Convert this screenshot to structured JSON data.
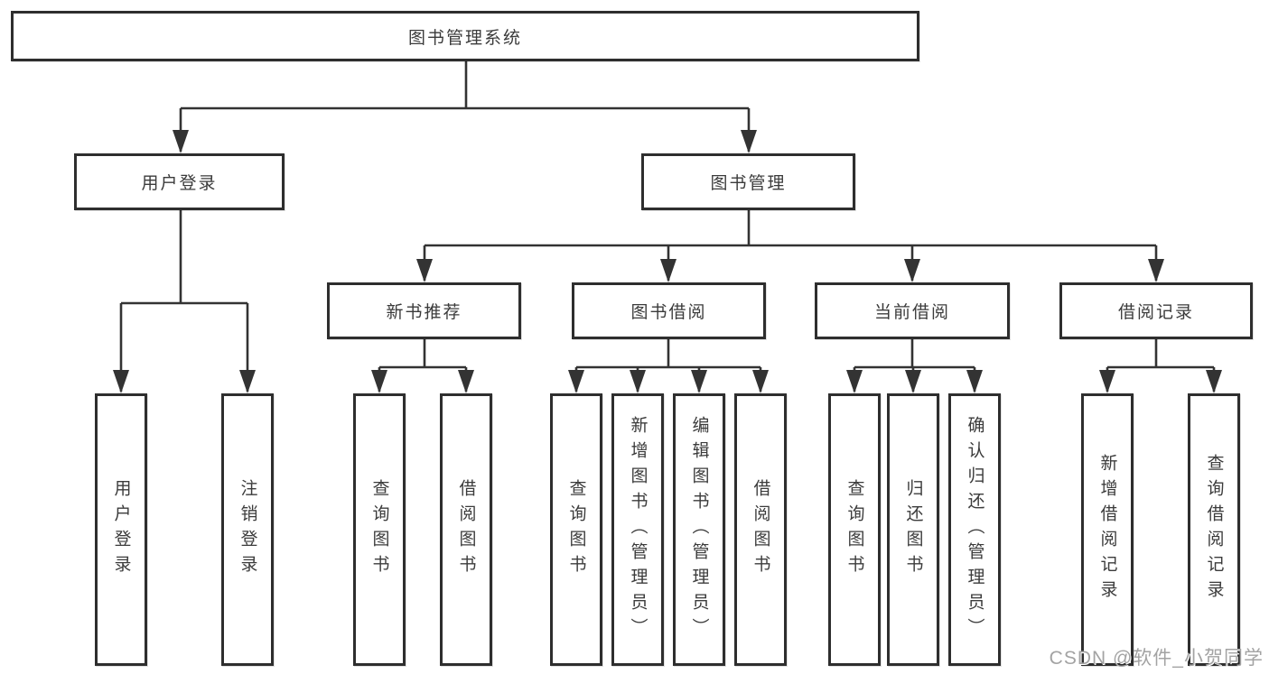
{
  "diagram": {
    "root": "图书管理系统",
    "level2": {
      "user_login": "用户登录",
      "book_management": "图书管理"
    },
    "level3": {
      "new_book": "新书推荐",
      "book_borrow": "图书借阅",
      "current_borrow": "当前借阅",
      "borrow_record": "借阅记录"
    },
    "leaves": {
      "user_login": [
        "用户登录",
        "注销登录"
      ],
      "new_book": [
        "查询图书",
        "借阅图书"
      ],
      "book_borrow": [
        "查询图书",
        "新增图书（管理员）",
        "编辑图书（管理员）",
        "借阅图书"
      ],
      "current_borrow": [
        "查询图书",
        "归还图书",
        "确认归还（管理员）"
      ],
      "borrow_record": [
        "新增借阅记录",
        "查询借阅记录"
      ]
    }
  },
  "watermark": "CSDN @软件_小贺同学",
  "colors": {
    "line": "#333333",
    "box_border": "#2e2e2e",
    "background": "#ffffff",
    "text": "#3b3b3b",
    "watermark": "#a3a3a3"
  }
}
